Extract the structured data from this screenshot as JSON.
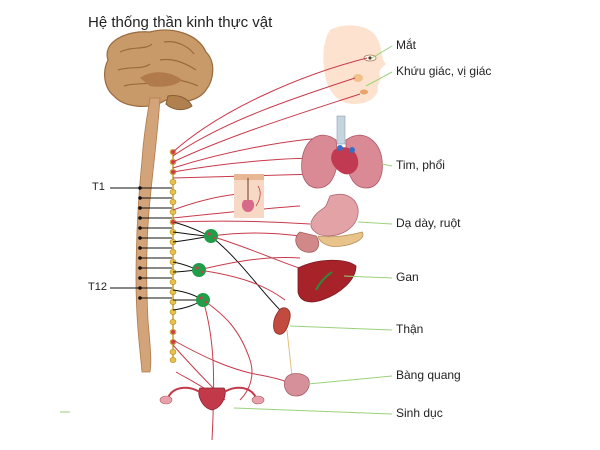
{
  "title": "Hệ thống thần kinh thực vật",
  "labels": {
    "eye": "Mắt",
    "smell_taste": "Khứu giác, vị giác",
    "heart_lung": "Tim, phổi",
    "stomach_gut": "Dạ dày, ruột",
    "liver": "Gan",
    "kidney": "Thận",
    "bladder": "Bàng quang",
    "reproductive": "Sinh dục"
  },
  "segments": {
    "t1": "T1",
    "t12": "T12"
  },
  "colors": {
    "nerve_red": "#c83a4a",
    "nerve_black": "#111111",
    "ganglion_green": "#1f9e4a",
    "chain_yellow": "#e7c24a",
    "brain_tan": "#c89a6a",
    "spine_tan": "#d3a47a",
    "organ_red": "#c0404a",
    "label_line_green": "#9ad27a"
  }
}
